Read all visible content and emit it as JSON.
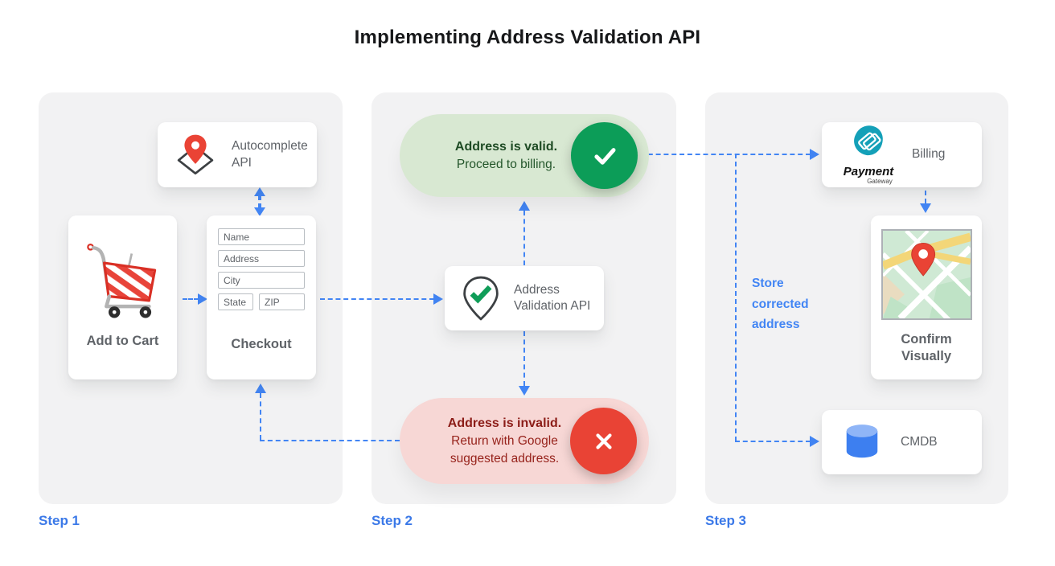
{
  "title": "Implementing Address Validation API",
  "colors": {
    "accent_blue": "#4285f4",
    "step_label_blue": "#3b79e8",
    "valid_green": "#0c9d58",
    "valid_pill_bg": "#d8e8d2",
    "valid_text": "#1e4b24",
    "invalid_red": "#e94335",
    "invalid_pill_bg": "#f7d7d5",
    "invalid_text": "#8c1d18",
    "panel_bg": "#f2f2f3",
    "card_text_gray": "#5f6368"
  },
  "steps": [
    {
      "label": "Step 1"
    },
    {
      "label": "Step 2"
    },
    {
      "label": "Step 3"
    }
  ],
  "step1": {
    "autocomplete": {
      "label": "Autocomplete API",
      "icon": "map-pin-diamond-icon"
    },
    "add_to_cart": {
      "label": "Add to Cart",
      "icon": "shopping-cart-icon"
    },
    "checkout": {
      "label": "Checkout",
      "fields": [
        "Name",
        "Address",
        "City",
        "State",
        "ZIP"
      ]
    }
  },
  "step2": {
    "valid_pill": {
      "title": "Address is valid.",
      "subtitle": "Proceed to billing.",
      "icon": "check-icon"
    },
    "validation_api": {
      "label": "Address Validation API",
      "icon": "pin-check-icon"
    },
    "invalid_pill": {
      "title": "Address is invalid.",
      "subtitle": "Return with Google suggested address.",
      "icon": "x-icon"
    }
  },
  "step3": {
    "billing": {
      "label": "Billing",
      "logo_primary": "Payment",
      "logo_secondary": "Gateway",
      "icon": "payment-gateway-logo"
    },
    "confirm_visually": {
      "label": "Confirm Visually",
      "icon": "map-thumbnail-icon"
    },
    "cmdb": {
      "label": "CMDB",
      "icon": "database-icon"
    },
    "store_corrected_label": "Store corrected address"
  }
}
